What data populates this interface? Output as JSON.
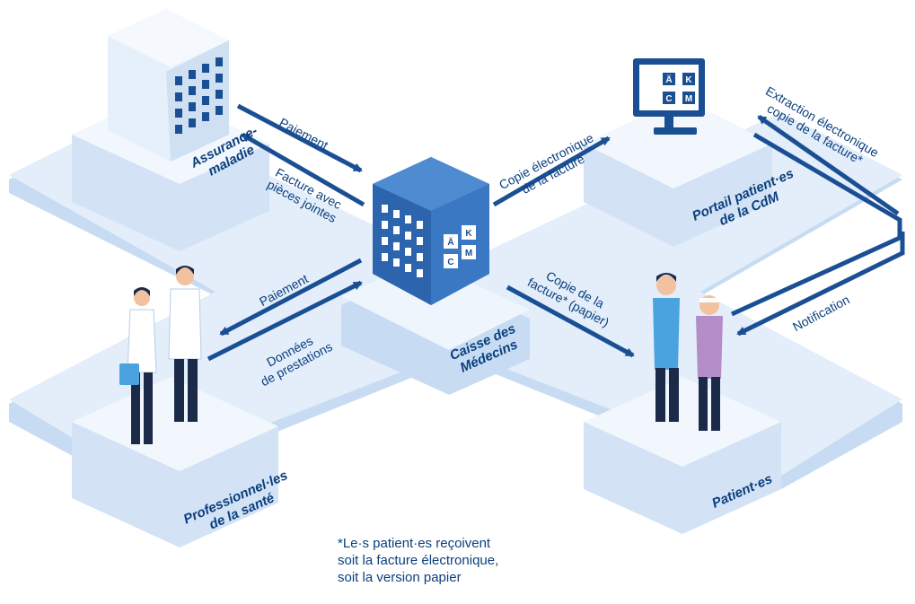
{
  "colors": {
    "arrow": "#1a4f94",
    "text": "#0b3f7e",
    "platform_top": "#e3eefa",
    "platform_side": "#c7dcf2",
    "building_main": "#2c64ad",
    "building_light": "#cfe0f2"
  },
  "nodes": {
    "insurance": "Assurance-\nmaladie",
    "cdm": "Caisse des\nMédecins",
    "portal": "Portail patient·es\nde la CdM",
    "professionals": "Professionnel·les\nde la santé",
    "patients": "Patient·es"
  },
  "logo_letters": [
    "Ä",
    "K",
    "C",
    "M"
  ],
  "flows": {
    "insurance_payment": "Paiement",
    "invoice_attachments": "Facture avec\npièces jointes",
    "pro_payment": "Paiement",
    "service_data": "Données\nde prestations",
    "electronic_copy": "Copie électronique\nde la facture",
    "paper_copy": "Copie de la\nfacture* (papier)",
    "extraction": "Extraction électronique\ncopie de la facture*",
    "notification": "Notification"
  },
  "footnote": [
    "*Le·s patient·es reçoivent",
    " soit la facture électronique,",
    " soit la version papier"
  ],
  "icons": [
    "hospital-building-icon",
    "cdm-building-icon",
    "computer-monitor-icon",
    "doctor-icon",
    "patient-icon"
  ]
}
